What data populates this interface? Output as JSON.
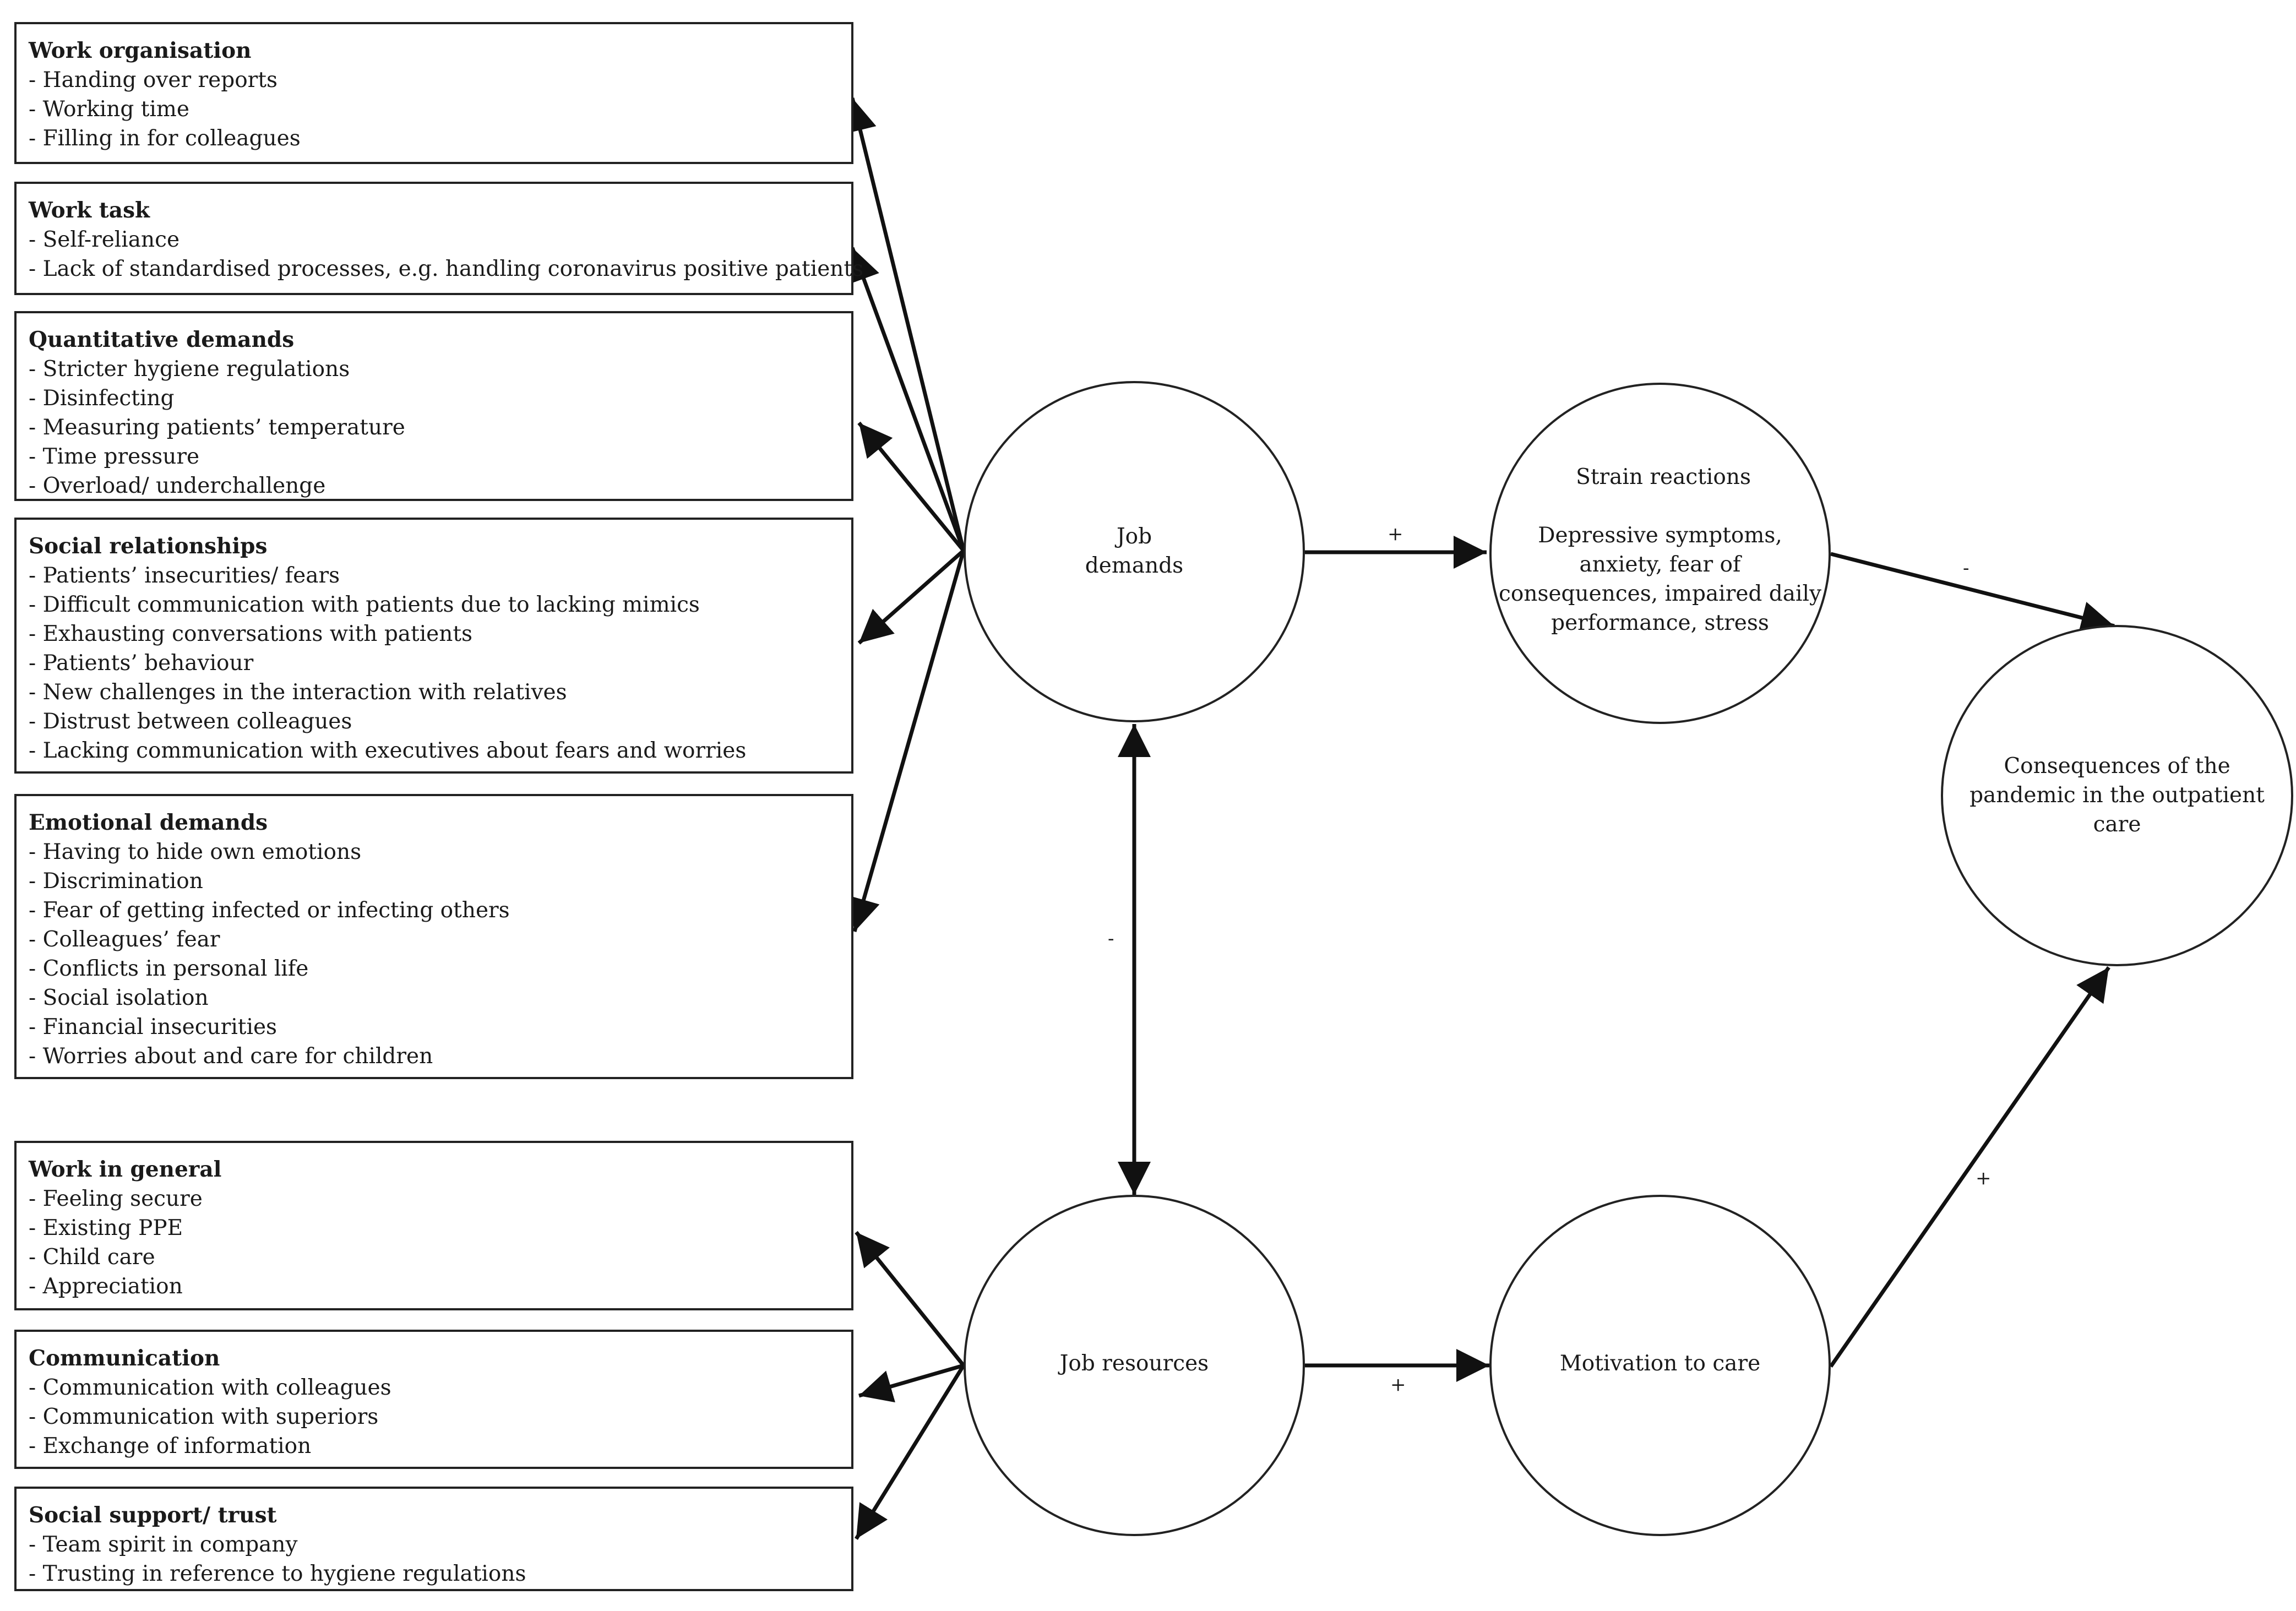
{
  "demand_boxes": [
    {
      "title": "Work organisation",
      "items": [
        "- Handing over reports",
        "- Working time",
        "- Filling in for colleagues"
      ]
    },
    {
      "title": "Work task",
      "items": [
        "- Self-reliance",
        "- Lack of standardised processes, e.g. handling coronavirus positive patients"
      ]
    },
    {
      "title": "Quantitative demands",
      "items": [
        "- Stricter hygiene regulations",
        "- Disinfecting",
        "- Measuring patients’ temperature",
        "- Time pressure",
        "- Overload/ underchallenge"
      ]
    },
    {
      "title": "Social relationships",
      "items": [
        "- Patients’ insecurities/ fears",
        "- Difficult communication with patients due to lacking mimics",
        "- Exhausting conversations with patients",
        "- Patients’ behaviour",
        "- New challenges in the interaction with relatives",
        "- Distrust between colleagues",
        "- Lacking communication with executives about fears and worries"
      ]
    },
    {
      "title": "Emotional demands",
      "items": [
        "- Having to hide own emotions",
        "- Discrimination",
        "- Fear of getting infected or infecting others",
        "- Colleagues’ fear",
        "- Conflicts in personal life",
        "- Social isolation",
        "- Financial insecurities",
        "- Worries about and care for children"
      ]
    }
  ],
  "resource_boxes": [
    {
      "title": "Work in general",
      "items": [
        "- Feeling secure",
        "- Existing PPE",
        "- Child care",
        "- Appreciation"
      ]
    },
    {
      "title": "Communication",
      "items": [
        "- Communication with colleagues",
        "- Communication with superiors",
        "- Exchange of information"
      ]
    },
    {
      "title": "Social support/ trust",
      "items": [
        "- Team spirit in company",
        "- Trusting in reference to hygiene regulations"
      ]
    }
  ],
  "nodes": {
    "job_demands": "Job\ndemands",
    "strain_title": "Strain reactions",
    "strain_body": "Depressive symptoms,\nanxiety, fear of\nconsequences, impaired daily\nperformance, stress",
    "consequences": "Consequences of the\npandemic in the outpatient\ncare",
    "job_resources": "Job resources",
    "motivation": "Motivation to care"
  },
  "signs": {
    "demands_to_strain": "+",
    "strain_to_consequences": "-",
    "demands_resources": "-",
    "resources_to_motivation": "+",
    "motivation_to_consequences": "+"
  },
  "colors": {
    "line": "#111111",
    "border": "#222222",
    "text": "#1a1a1a"
  }
}
